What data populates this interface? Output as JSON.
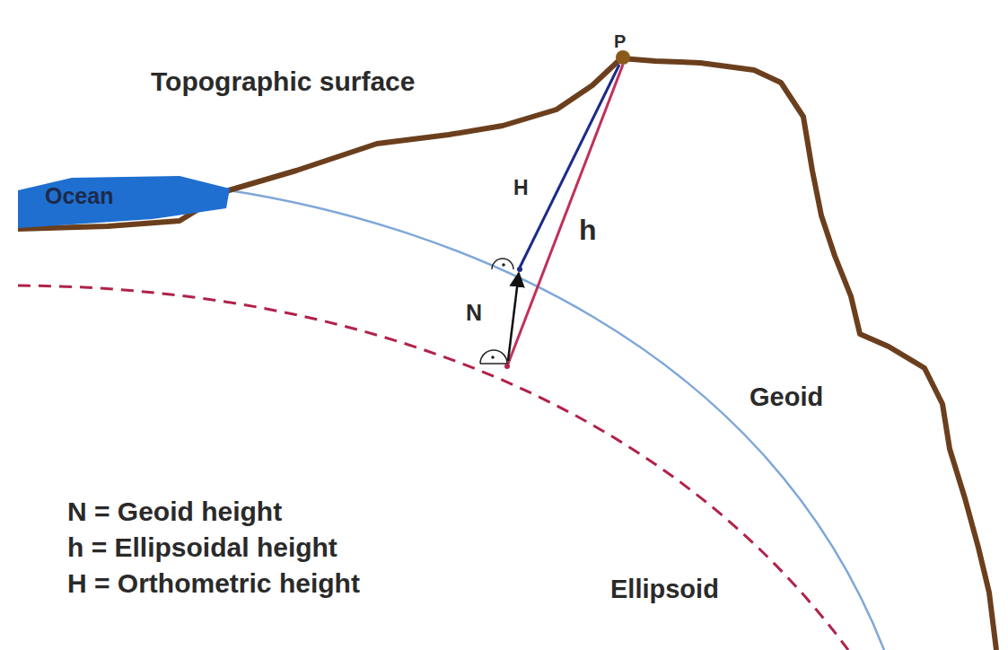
{
  "diagram": {
    "nodes": [
      {
        "text": [
          "Ocean"
        ]
      }
    ],
    "labels": [
      "P",
      "Topographic surface",
      "H",
      "h",
      "N",
      "Geoid",
      "N = Geoid height",
      "h = Ellipsoidal height",
      "H = Orthometric height",
      "Ellipsoid"
    ]
  }
}
